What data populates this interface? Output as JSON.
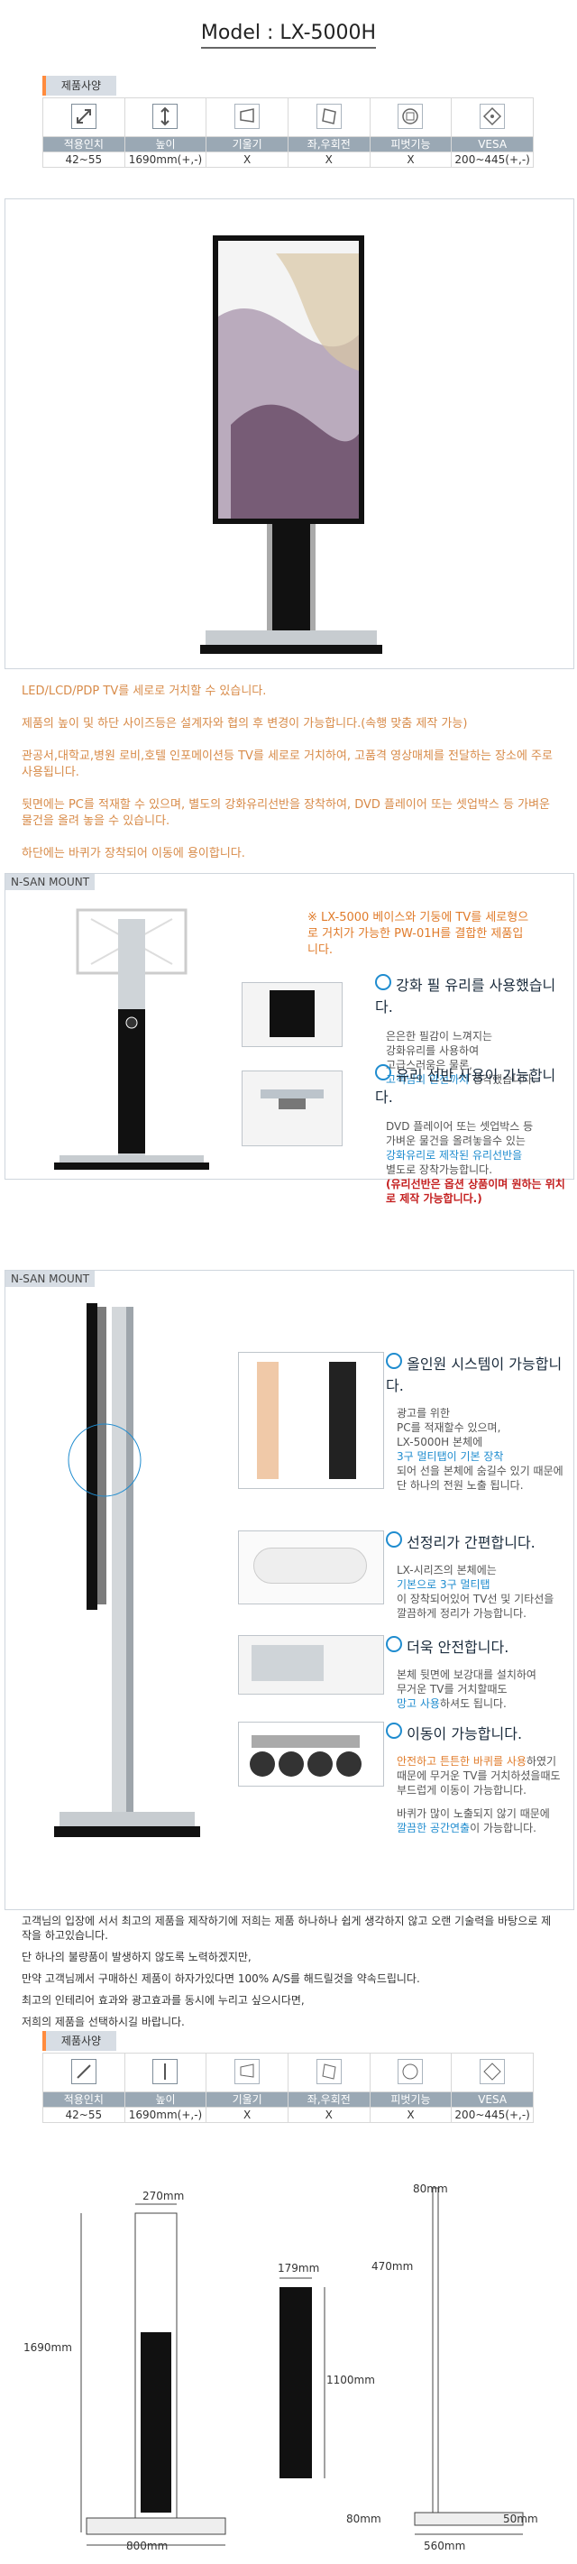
{
  "title": "Model : LX-5000H",
  "spec_tag": "제품사양",
  "spec_columns": [
    "적용인치",
    "높이",
    "기울기",
    "좌,우회전",
    "피벗기능",
    "VESA"
  ],
  "spec_values": [
    "42~55",
    "1690mm(+,-)",
    "X",
    "X",
    "X",
    "200~445(+,-)"
  ],
  "spec_icons": [
    "diagonal-arrow-icon",
    "vertical-arrow-icon",
    "tilt-icon",
    "rotate-icon",
    "pivot-icon",
    "vesa-icon"
  ],
  "description": [
    "LED/LCD/PDP TV를 세로로 거치할 수 있습니다.",
    "제품의 높이 및 하단 사이즈등은 설계자와 협의 후 변경이 가능합니다.(속행 맞춤 제작 가능)",
    "관공서,대학교,병원 로비,호텔 인포메이션등 TV를 세로로 거치하여, 고품격 영상매체를 전달하는 장소에 주로 사용됩니다.",
    "뒷면에는 PC를 적재할 수 있으며, 별도의 강화유리선반을 장착하여, DVD 플레이어 또는 셋업박스 등 가벼운 물건을 올려 놓을 수 있습니다.",
    "하단에는 바퀴가 장착되어 이동에 용이합니다."
  ],
  "section1": {
    "label": "N-SAN MOUNT",
    "intro": "※ LX-5000 베이스와 기둥에 TV를 세로형으로 거치가 가능한 PW-01H를 결합한 제품입니다.",
    "features": [
      {
        "title": "강화 필 유리를 사용했습니다.",
        "lines": [
          "은은한 필감이 느껴지는",
          "강화유리를 사용하여",
          "고급스러움은 물론,"
        ],
        "highlight": "고객님의 안전까지",
        "tail": " 생각했습니다."
      },
      {
        "title": "유리 선반 사용이 가능합니다.",
        "lines": [
          "DVD 플레이어 또는 셋업박스 등",
          "가벼운 물건을 올려놓을수 있는"
        ],
        "highlight": "강화유리로 제작된 유리선반을",
        "tail": "별도로 장착가능합니다.",
        "warning": "(유리선반은 옵션 상품이며 원하는 위치로 제작 가능합니다.)"
      }
    ]
  },
  "section2": {
    "label": "N-SAN MOUNT",
    "features": [
      {
        "title": "올인원 시스템이 가능합니다.",
        "lines": [
          "광고를 위한",
          "PC를 적재할수 있으며,",
          "LX-5000H 본체에"
        ],
        "highlight": "3구 멀티탭이 기본 장착",
        "tail": "되어 선을 본체에 숨길수 있기 때문에 단 하나의 전원 노출 됩니다."
      },
      {
        "title": "선정리가 간편합니다.",
        "lines": [
          "LX-시리즈의 본체에는"
        ],
        "highlight": "기본으로 3구 멀티탭",
        "tail": "이 장착되어있어 TV선 및 기타선을 깔끔하게 정리가 가능합니다."
      },
      {
        "title": "더욱 안전합니다.",
        "lines": [
          "본체 뒷면에 보강대를 설치하여",
          "무거운 TV를 거치할때도"
        ],
        "highlight": "망고 사용",
        "tail": "하셔도 됩니다."
      },
      {
        "title": "이동이 가능합니다.",
        "lines": [],
        "highlight": "안전하고 튼튼한 바퀴를 사용",
        "tail": "하였기 때문에 무거운 TV를 거치하셨을때도 부드럽게 이동이 가능합니다.",
        "extra": "바퀴가 많이 노출되지 않기 때문에",
        "extra_highlight": "깔끔한 공간연출",
        "extra_tail": "이 가능합니다."
      }
    ]
  },
  "notice": [
    "고객님의 입장에 서서 최고의 제품을 제작하기에 저희는 제품 하나하나 쉽게 생각하지 않고 오랜 기술력을 바탕으로 제작을 하고있습니다.",
    "단 하나의 불량품이 발생하지 않도록 노력하겠지만,",
    "만약 고객님께서 구매하신 제품이 하자가있다면 100% A/S를 해드릴것을 약속드립니다.",
    "최고의 인테리어 효과와 광고효과를 동시에 누리고 싶으시다면,",
    "저희의 제품을 선택하시길 바랍니다."
  ],
  "dimensions": {
    "width_top": "270mm",
    "height_total": "1690mm",
    "base_width": "800mm",
    "panel_width": "179mm",
    "panel_height": "1100mm",
    "top_offset": "80mm",
    "upper_gap": "470mm",
    "bottom_offset": "80mm",
    "base_depth": "560mm",
    "base_height": "50mm"
  },
  "colors": {
    "accent_orange": "#ff8b3d",
    "spec_header": "#9aa8b4",
    "desc_text": "#d88b49",
    "highlight_blue": "#1f8ccf",
    "warning_red": "#c41f1f"
  }
}
